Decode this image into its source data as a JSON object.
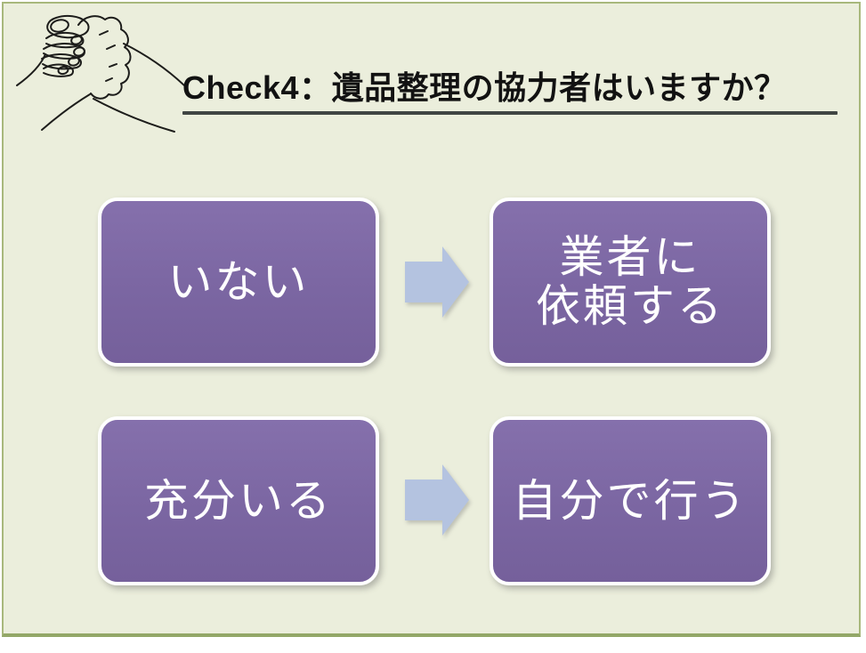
{
  "slide": {
    "title": "Check4：遺品整理の協力者はいますか？",
    "colors": {
      "background": "#ebeedc",
      "slide_border": "#a8b87c",
      "title_text": "#121212",
      "title_underline": "#404543",
      "box_fill": "#7b66a2",
      "box_border": "#ffffff",
      "box_text": "#ffffff",
      "arrow_fill": "#b4c3e0"
    }
  },
  "flowchart": {
    "rows": [
      {
        "condition": {
          "label": "いない"
        },
        "action": {
          "line1": "業者に",
          "line2": "依頼する"
        }
      },
      {
        "condition": {
          "label": "充分いる"
        },
        "action": {
          "line1": "自分で行う"
        }
      }
    ]
  },
  "illustration": {
    "name": "clasped-hands-line-art"
  }
}
